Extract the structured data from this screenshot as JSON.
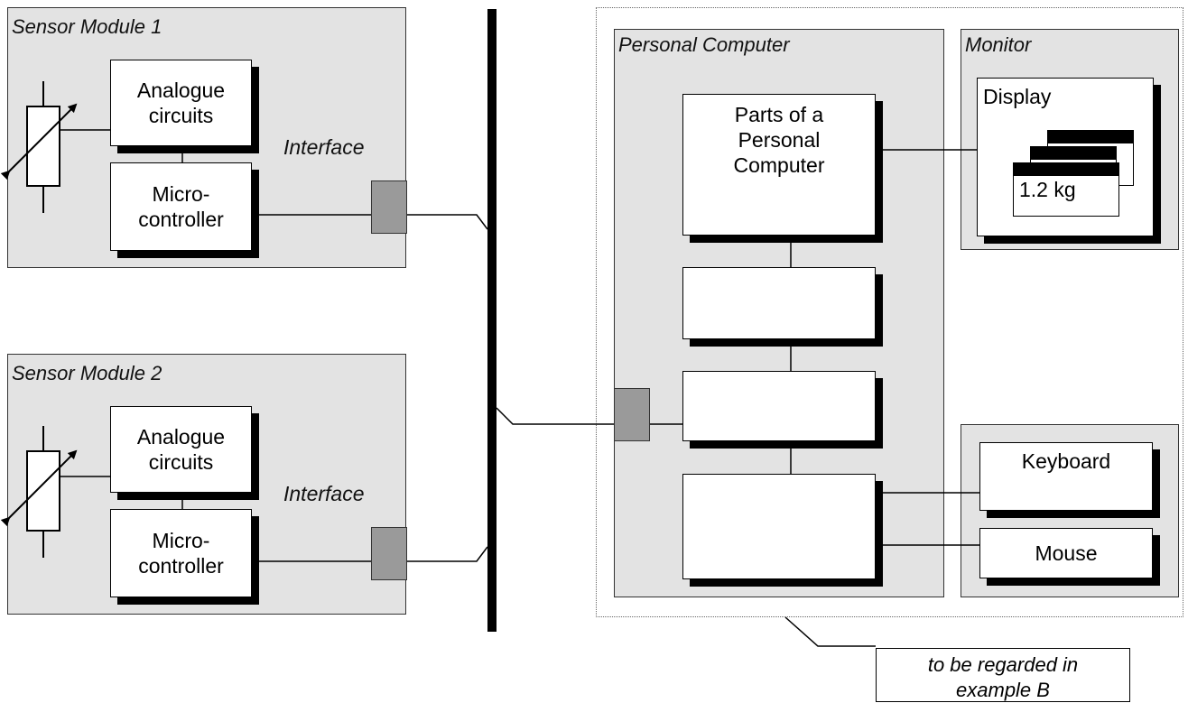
{
  "sensor_module_1": {
    "title": "Sensor Module 1",
    "analogue_label": [
      "Analogue",
      "circuits"
    ],
    "micro_label": [
      "Micro-",
      "controller"
    ],
    "interface_label": "Interface"
  },
  "sensor_module_2": {
    "title": "Sensor Module 2",
    "analogue_label": [
      "Analogue",
      "circuits"
    ],
    "micro_label": [
      "Micro-",
      "controller"
    ],
    "interface_label": "Interface"
  },
  "personal_computer": {
    "title": "Personal Computer",
    "parts_label": [
      "Parts of a",
      "Personal",
      "Computer"
    ]
  },
  "monitor": {
    "title": "Monitor",
    "display_label": "Display",
    "display_value": "1.2 kg"
  },
  "input_devices": {
    "keyboard_label": "Keyboard",
    "mouse_label": "Mouse"
  },
  "note": {
    "lines": [
      "to be regarded in",
      "example B"
    ]
  },
  "colors": {
    "panel_fill": "#e3e3e3",
    "interface_fill": "#9a9a9a",
    "box_shadow": "#000000"
  }
}
